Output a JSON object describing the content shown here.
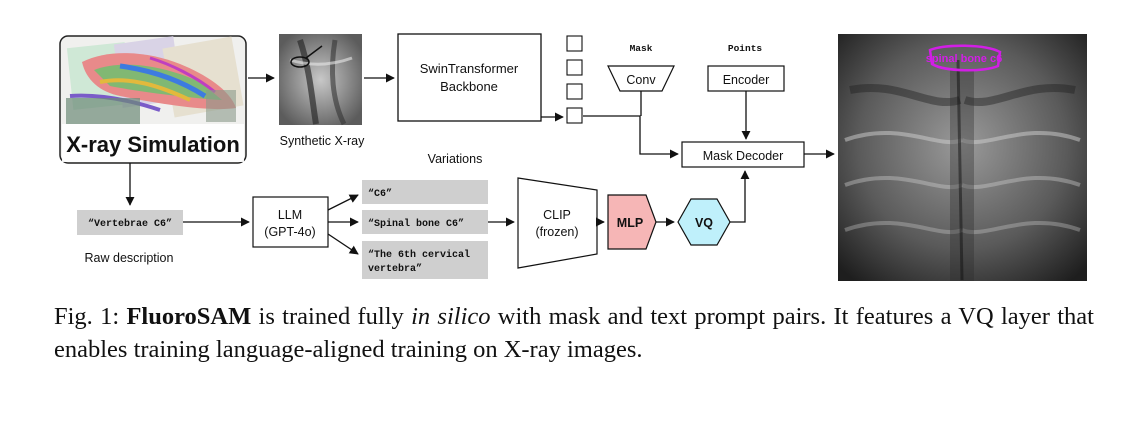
{
  "diagram": {
    "simulation_label": "X-ray Simulation",
    "synthetic_xray_label": "Synthetic X-ray",
    "backbone_line1": "SwinTransformer",
    "backbone_line2": "Backbone",
    "mask_header": "Mask",
    "points_header": "Points",
    "conv_label": "Conv",
    "encoder_label": "Encoder",
    "mask_decoder_label": "Mask Decoder",
    "variations_label": "Variations",
    "raw_input": "“Vertebrae C6”",
    "raw_description_label": "Raw description",
    "llm_line1": "LLM",
    "llm_line2": "(GPT-4o)",
    "variation_1": "“C6”",
    "variation_2": "“Spinal bone C6”",
    "variation_3_line1": "“The 6th cervical",
    "variation_3_line2": "vertebra”",
    "clip_line1": "CLIP",
    "clip_line2": "(frozen)",
    "mlp_label": "MLP",
    "vq_label": "VQ",
    "output_overlay_label": "spinal bone c6"
  },
  "caption": {
    "prefix": "Fig. 1: ",
    "bold": "FluoroSAM",
    "text1": " is trained fully ",
    "italic": "in silico",
    "text2": " with mask and text prompt pairs. It features a VQ layer that enables training language-aligned training on X-ray images."
  },
  "colors": {
    "mlp_fill": "#f6b6b6",
    "vq_fill": "#bff0fb",
    "tag_fill": "#cfcfcf",
    "overlay": "#d21ee6"
  }
}
